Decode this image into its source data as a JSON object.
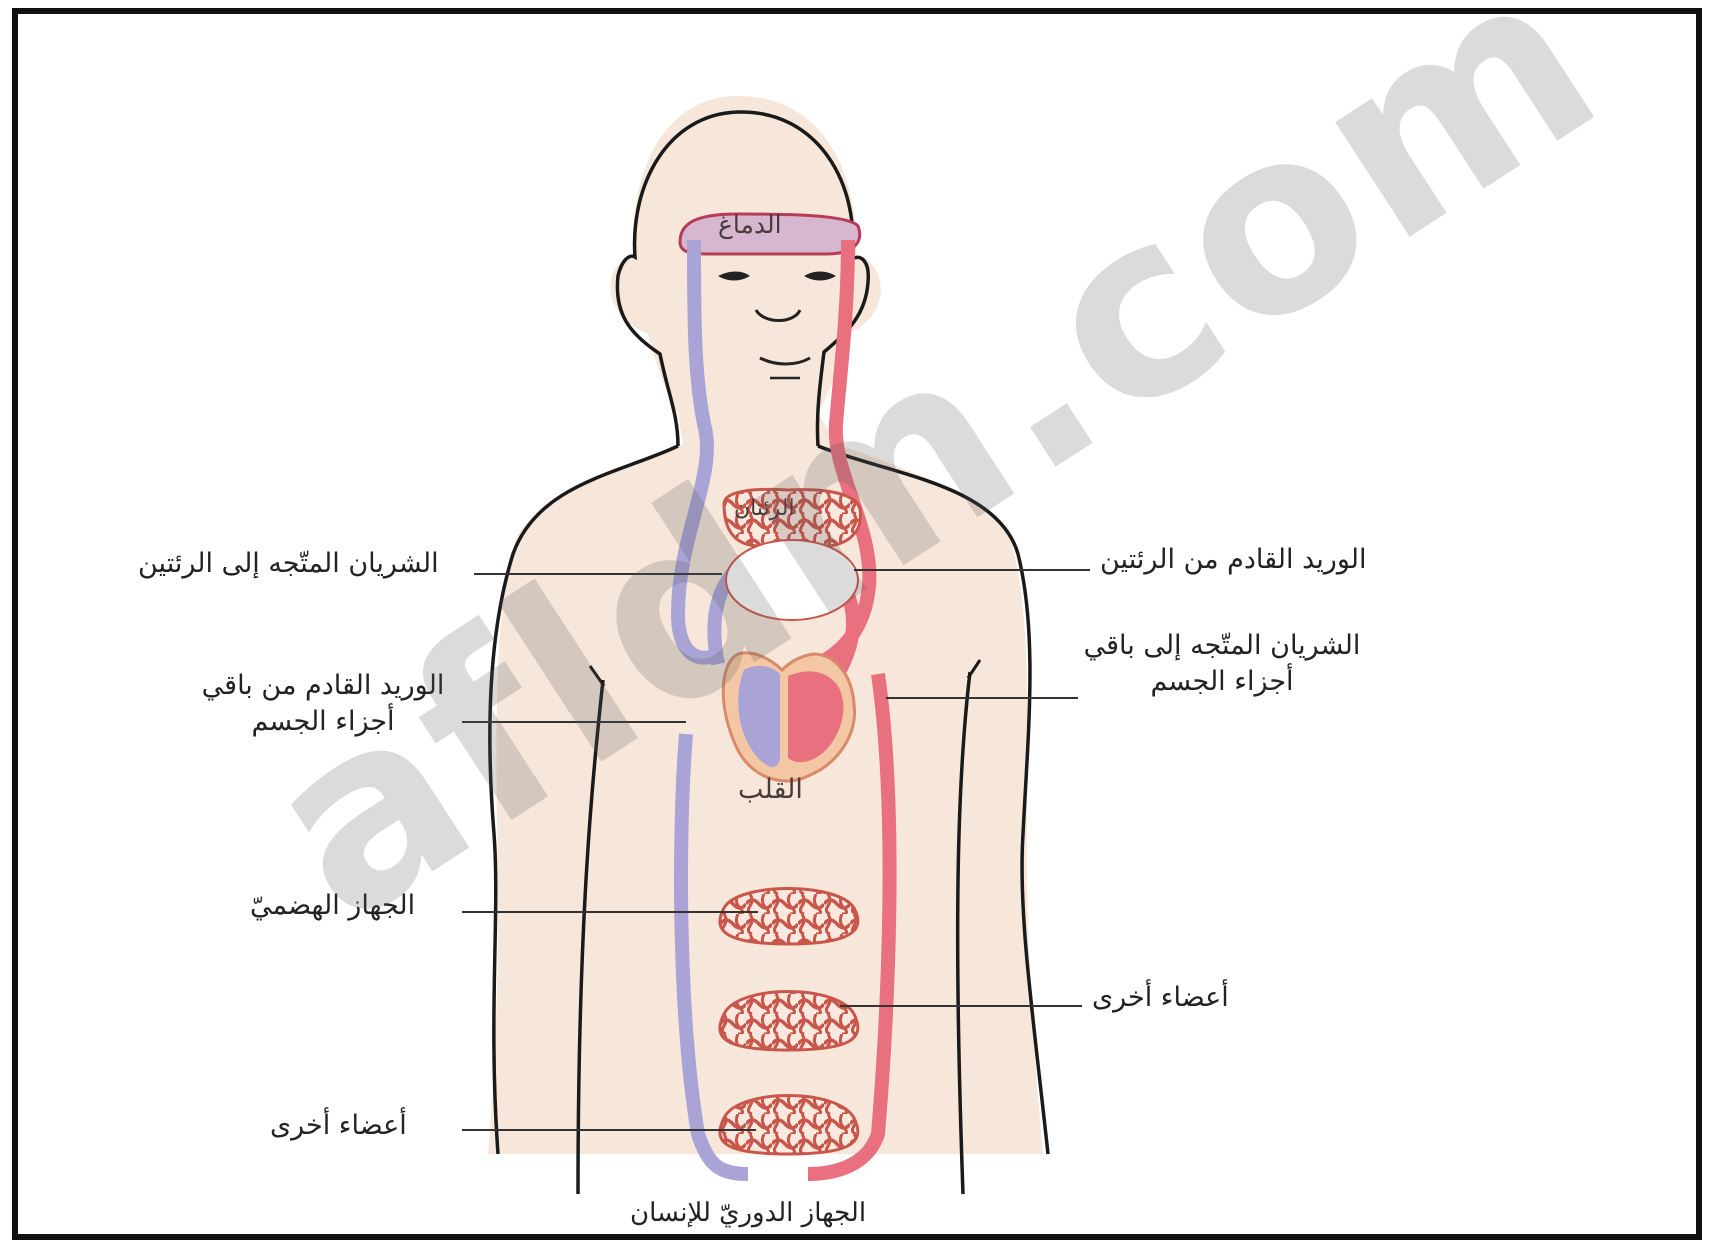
{
  "labels": {
    "brain": "الدماغ",
    "lungs": "الرئتان",
    "heart": "القلب",
    "artery_to_lungs": "الشريان المتّجه إلى الرئتين",
    "vein_from_lungs": "الوريد القادم من الرئتين",
    "artery_to_body_line1": "الشريان المتّجه إلى باقي",
    "artery_to_body_line2": "أجزاء الجسم",
    "vein_from_body_line1": "الوريد القادم من باقي",
    "vein_from_body_line2": "أجزاء الجسم",
    "digestive_system": "الجهاز الهضميّ",
    "other_organs_1": "أعضاء أخرى",
    "other_organs_2": "أعضاء أخرى"
  },
  "caption": "الجهاز الدوريّ للإنسان",
  "watermark": "afldm.com",
  "colors": {
    "oxygenated": "#e8707f",
    "deoxygenated": "#a9a3d6",
    "skin": "#f6e4d6",
    "capillary": "#c9564a",
    "outline": "#1a1a1a"
  }
}
